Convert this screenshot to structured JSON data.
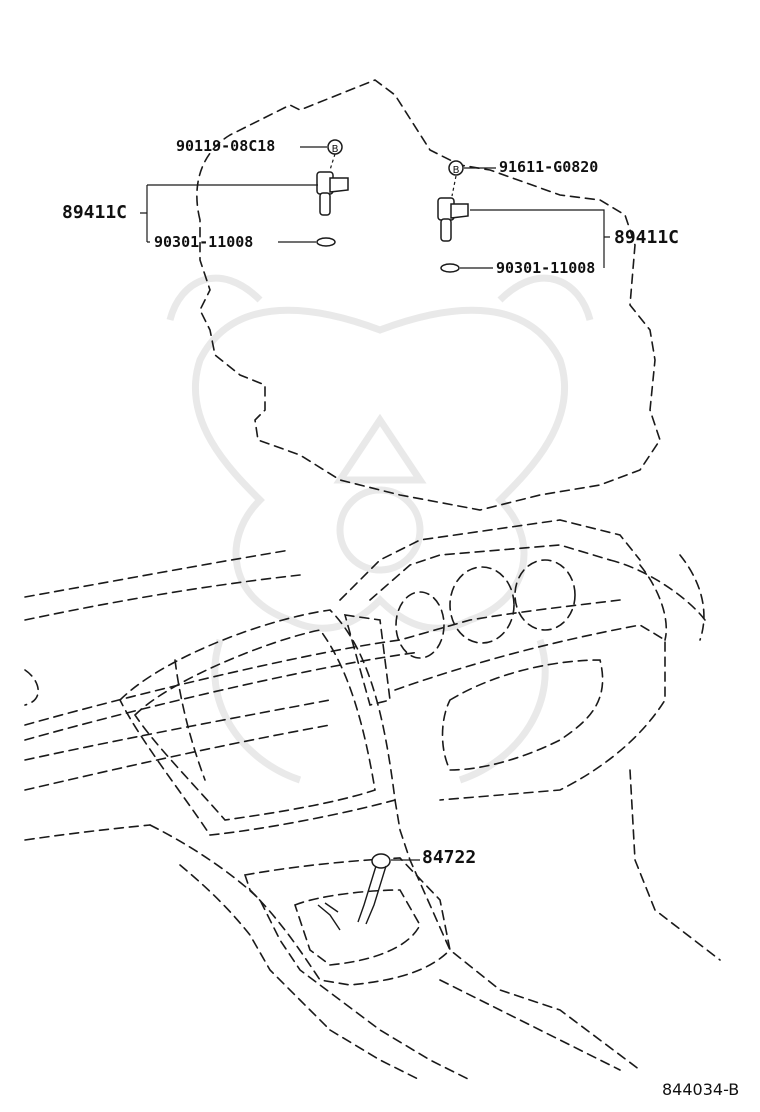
{
  "diagram": {
    "part_labels": {
      "bolt_left": "90119-08C18",
      "sensor_left": "89411C",
      "gasket_left": "90301-11008",
      "nut_right": "91611-G0820",
      "sensor_right": "89411C",
      "gasket_right": "90301-11008",
      "shift_knob": "84722"
    },
    "illustration_code": "844034-B",
    "watermark": "decorative-emblem"
  }
}
